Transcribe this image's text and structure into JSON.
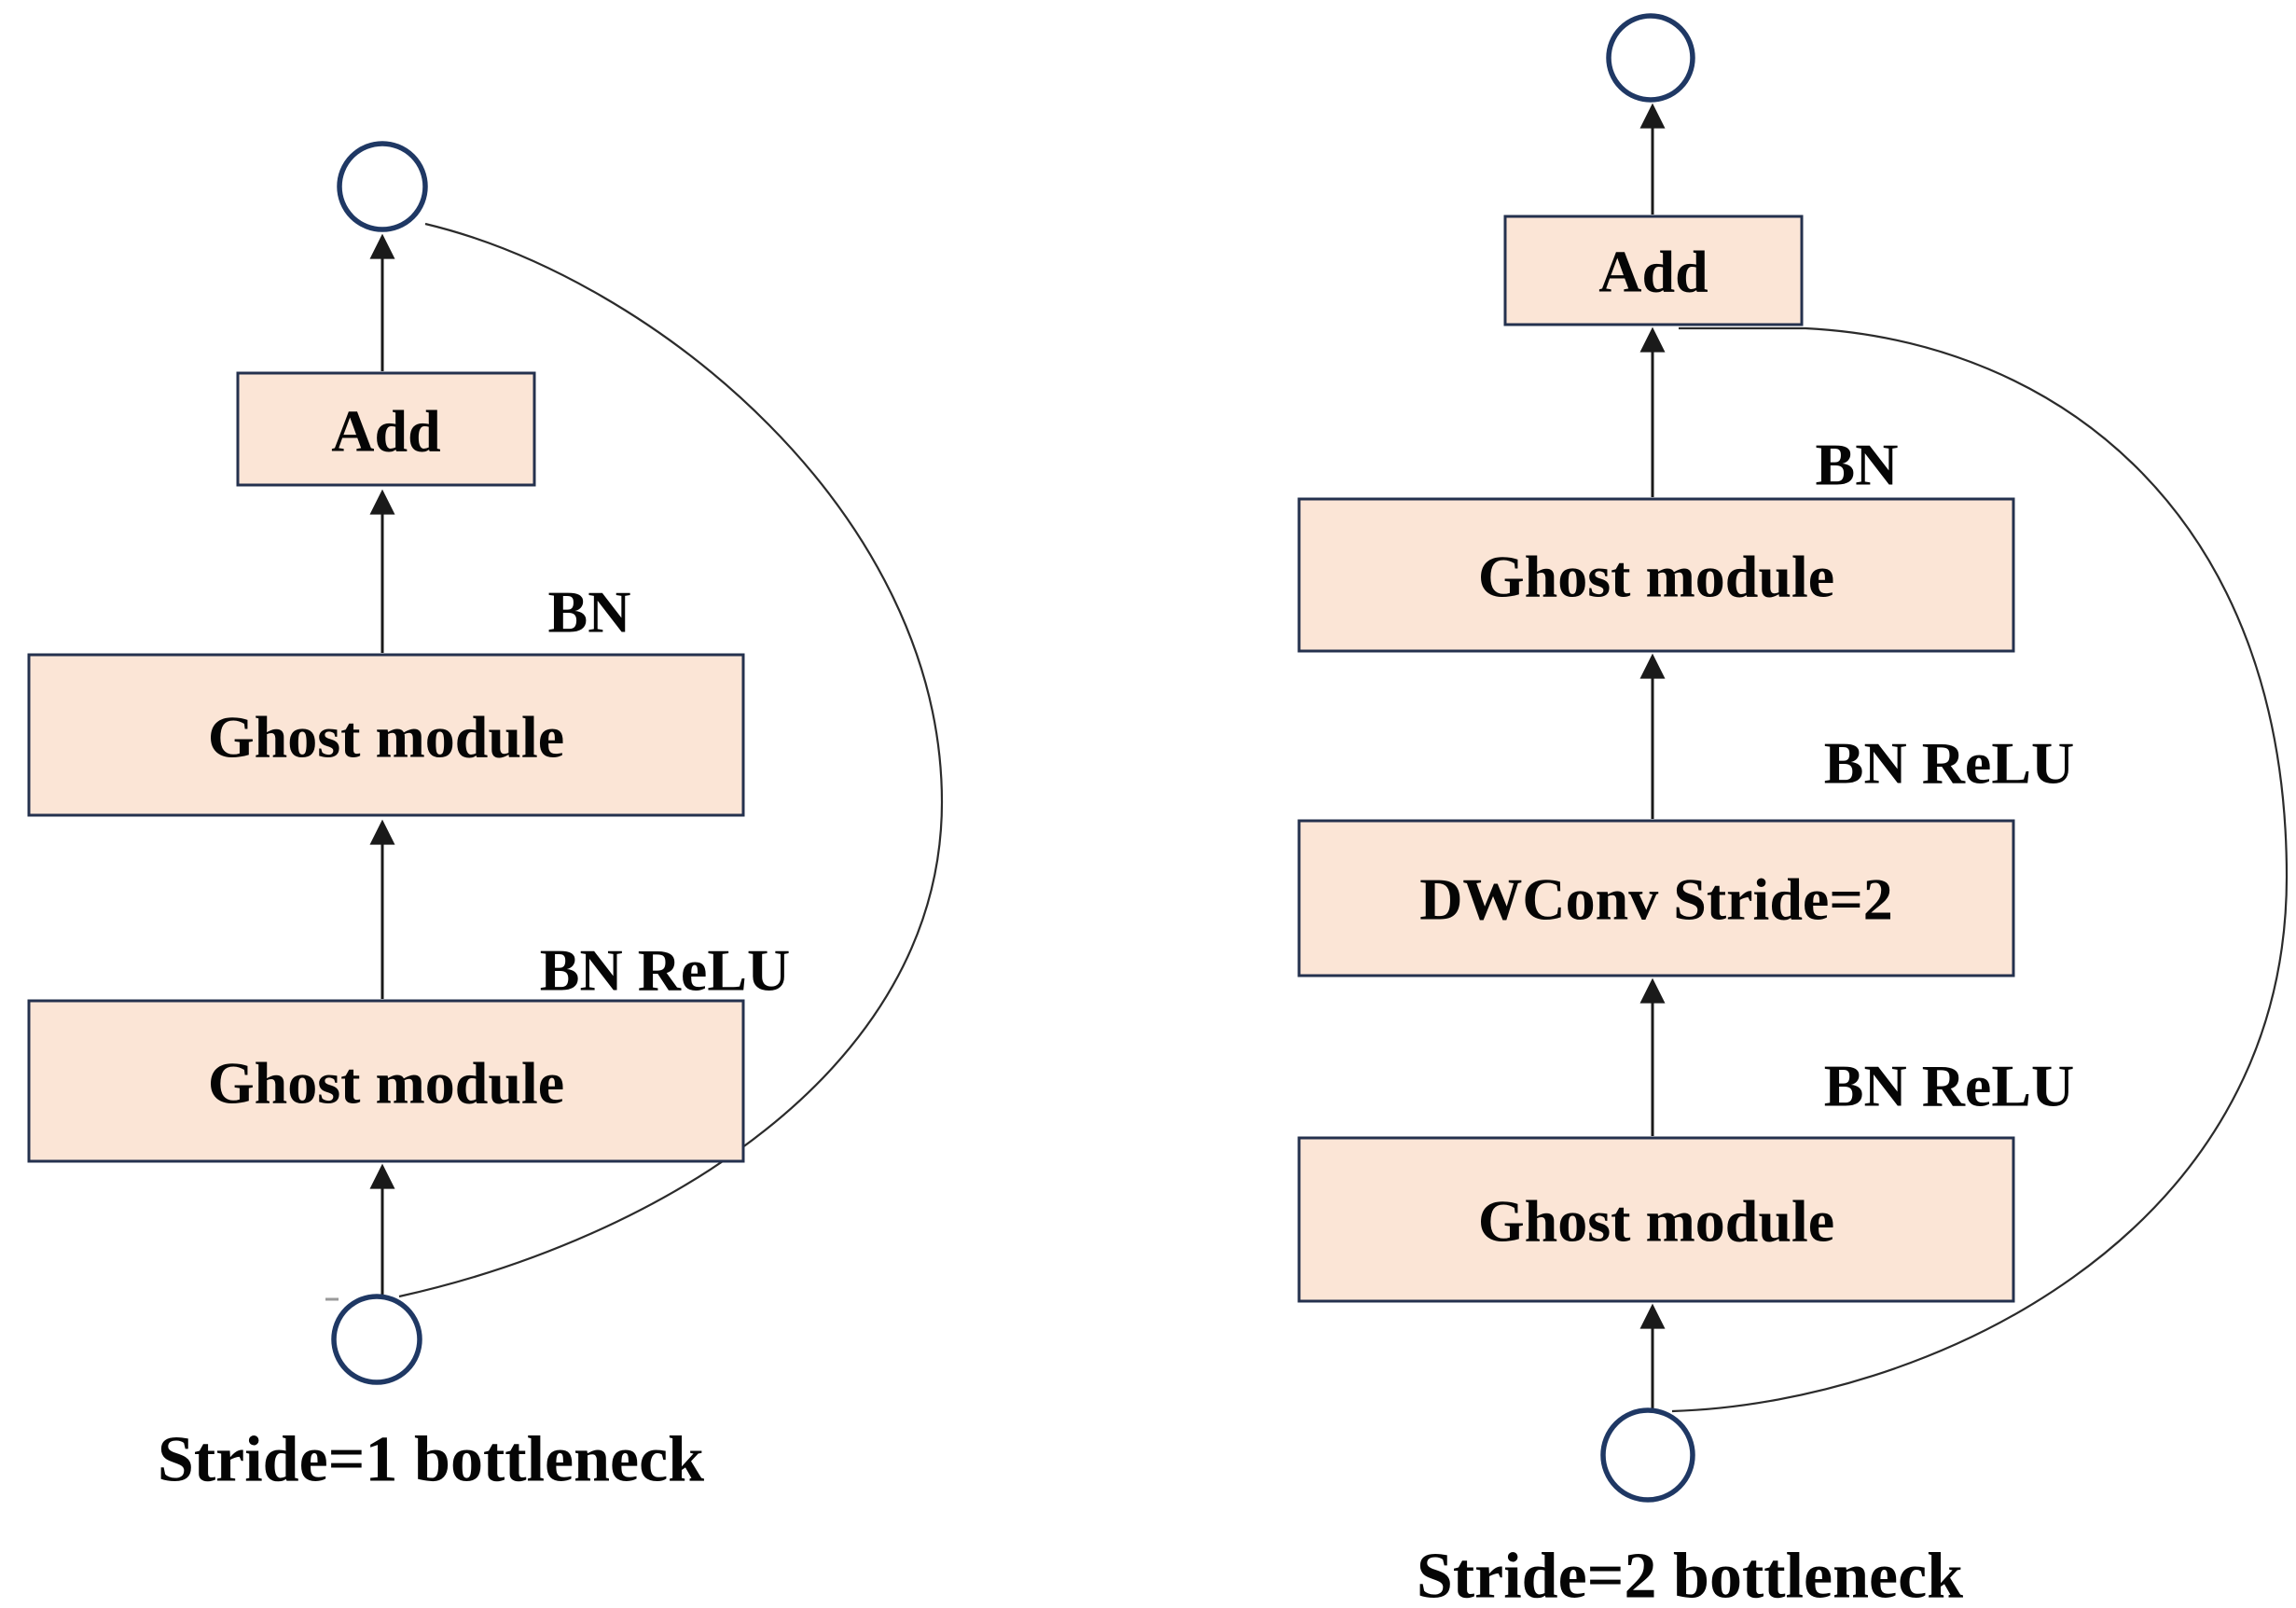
{
  "figure": {
    "left": {
      "caption": "Stride=1 bottleneck",
      "add": "Add",
      "bn": "BN",
      "bn_relu": "BN ReLU",
      "ghost_upper": "Ghost module",
      "ghost_lower": "Ghost module"
    },
    "right": {
      "caption": "Stride=2 bottleneck",
      "add": "Add",
      "bn": "BN",
      "bn_relu_upper": "BN ReLU",
      "bn_relu_lower": "BN ReLU",
      "ghost_upper": "Ghost module",
      "dwconv": "DWConv Stride=2",
      "ghost_lower": "Ghost module"
    }
  },
  "colors": {
    "box_fill": "#FBE5D6",
    "box_border": "#24314E",
    "circle_border": "#1F3864",
    "line": "#1a1a1a",
    "skip_line": "#2b2b2b",
    "text": "#050505",
    "background": "#ffffff"
  }
}
